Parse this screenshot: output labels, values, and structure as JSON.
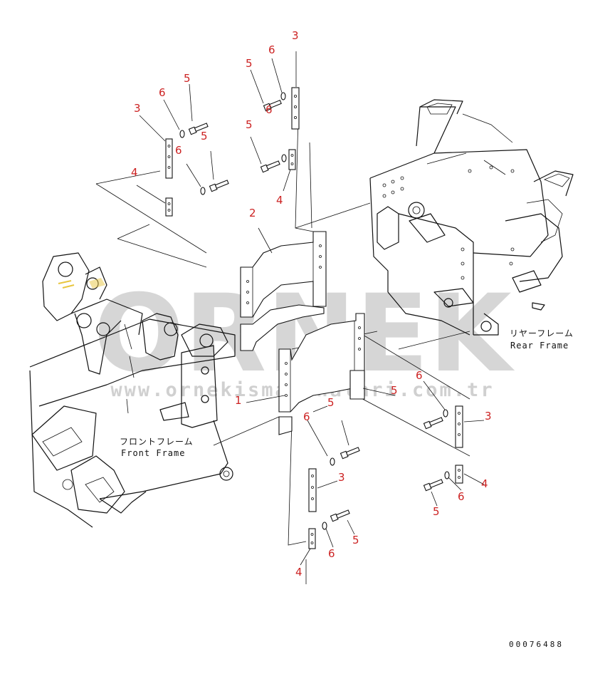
{
  "colors": {
    "line": "#111111",
    "callout": "#cc2222",
    "watermark": "#c8c8c8",
    "highlight": "#e8c640"
  },
  "callouts": [
    {
      "id": "c-3-top",
      "text": "3"
    },
    {
      "id": "c-6-top",
      "text": "6"
    },
    {
      "id": "c-5-top",
      "text": "5"
    },
    {
      "id": "c-5-upper-left",
      "text": "5"
    },
    {
      "id": "c-6-upper-left",
      "text": "6"
    },
    {
      "id": "c-3-upper-left",
      "text": "3"
    },
    {
      "id": "c-5-mid-left",
      "text": "5"
    },
    {
      "id": "c-6-mid-left",
      "text": "6"
    },
    {
      "id": "c-5-mid",
      "text": "5"
    },
    {
      "id": "c-6-mid",
      "text": "6"
    },
    {
      "id": "c-4-upper-left",
      "text": "4"
    },
    {
      "id": "c-4-mid",
      "text": "4"
    },
    {
      "id": "c-2",
      "text": "2"
    },
    {
      "id": "c-1",
      "text": "1"
    },
    {
      "id": "c-6-right",
      "text": "6"
    },
    {
      "id": "c-5-right",
      "text": "5"
    },
    {
      "id": "c-3-right",
      "text": "3"
    },
    {
      "id": "c-5-center",
      "text": "5"
    },
    {
      "id": "c-6-center",
      "text": "6"
    },
    {
      "id": "c-3-center",
      "text": "3"
    },
    {
      "id": "c-4-right",
      "text": "4"
    },
    {
      "id": "c-6-lower-right",
      "text": "6"
    },
    {
      "id": "c-5-lower-right",
      "text": "5"
    },
    {
      "id": "c-5-bottom",
      "text": "5"
    },
    {
      "id": "c-6-bottom",
      "text": "6"
    },
    {
      "id": "c-4-bottom",
      "text": "4"
    }
  ],
  "labels": {
    "rear_frame_jp": "リヤーフレーム",
    "rear_frame_en": "Rear Frame",
    "front_frame_jp": "フロントフレーム",
    "front_frame_en": "Front Frame",
    "document_number": "00076488"
  },
  "watermark": {
    "brand": "ORNEK",
    "url": "www.ornekismakinalari.com.tr"
  }
}
